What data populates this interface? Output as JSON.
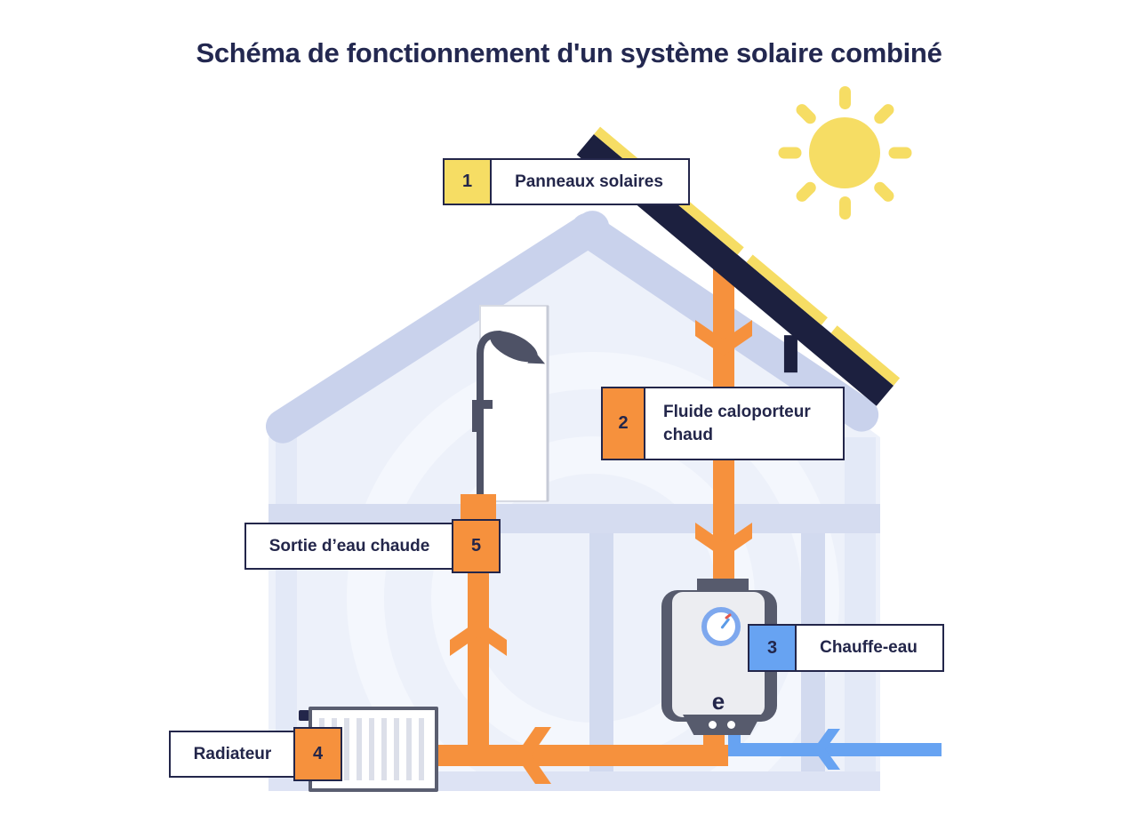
{
  "title": "Schéma de fonctionnement d'un système solaire combiné",
  "sun": {
    "icon": "sun-icon",
    "color": "#F6DD64"
  },
  "colors": {
    "hot_pipe": "#F6913D",
    "cold_pipe": "#67A3F2",
    "navy_text": "#23264A",
    "solar_panel": "#1C203F",
    "solar_panel_edge": "#F6DD64",
    "roof": "#C9D2EC",
    "house_fill": "#EDF1FA",
    "badge_yellow": "#F6DD64",
    "badge_orange": "#F6913D",
    "badge_blue": "#67A3F2"
  },
  "equipment": {
    "water_heater_logo": "e"
  },
  "labels": [
    {
      "number": "1",
      "text": "Panneaux solaires"
    },
    {
      "number": "2",
      "text": "Fluide caloporteur chaud"
    },
    {
      "number": "3",
      "text": "Chauffe-eau"
    },
    {
      "number": "4",
      "text": "Radiateur"
    },
    {
      "number": "5",
      "text": "Sortie d’eau chaude"
    }
  ]
}
